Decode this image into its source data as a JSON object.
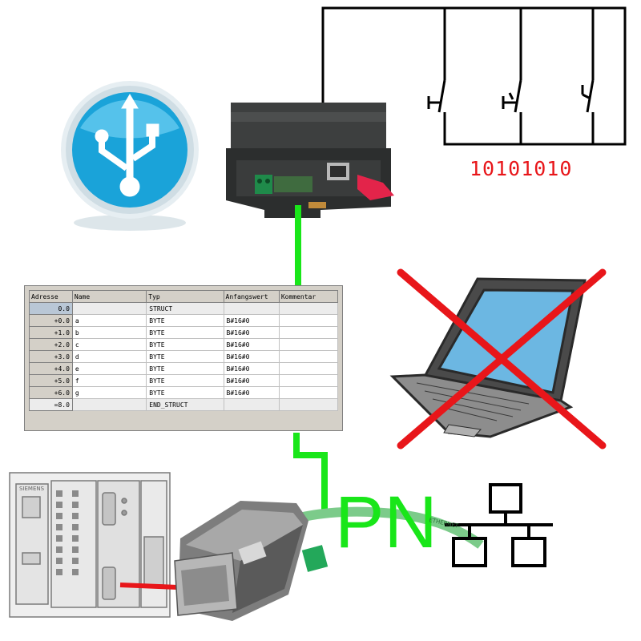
{
  "bits_label": "10101010",
  "protocol_label": "PN",
  "table": {
    "columns": [
      "Adresse",
      "Name",
      "Typ",
      "Anfangswert",
      "Kommentar"
    ],
    "rows": [
      {
        "addr": "0.0",
        "name": "",
        "type": "STRUCT",
        "init": "",
        "comment": ""
      },
      {
        "addr": "+0.0",
        "name": "a",
        "type": "BYTE",
        "init": "B#16#0",
        "comment": ""
      },
      {
        "addr": "+1.0",
        "name": "b",
        "type": "BYTE",
        "init": "B#16#0",
        "comment": ""
      },
      {
        "addr": "+2.0",
        "name": "c",
        "type": "BYTE",
        "init": "B#16#0",
        "comment": ""
      },
      {
        "addr": "+3.0",
        "name": "d",
        "type": "BYTE",
        "init": "B#16#0",
        "comment": ""
      },
      {
        "addr": "+4.0",
        "name": "e",
        "type": "BYTE",
        "init": "B#16#0",
        "comment": ""
      },
      {
        "addr": "+5.0",
        "name": "f",
        "type": "BYTE",
        "init": "B#16#0",
        "comment": ""
      },
      {
        "addr": "+6.0",
        "name": "g",
        "type": "BYTE",
        "init": "B#16#0",
        "comment": ""
      },
      {
        "addr": "=8.0",
        "name": "",
        "type": "END_STRUCT",
        "init": "",
        "comment": ""
      }
    ]
  },
  "plc_brand": "SIEMENS",
  "cable_label": "ETHERNET",
  "colors": {
    "green_link": "#19e619",
    "red_link": "#e8161a",
    "cross": "#e8161a",
    "usb_blue": "#1aa3d9"
  },
  "icons": [
    "usb-icon",
    "network-topology-icon",
    "laptop-icon",
    "cross-icon",
    "switch-symbol-icon",
    "datalogger-device-icon",
    "plc-device-icon",
    "adapter-icon"
  ]
}
